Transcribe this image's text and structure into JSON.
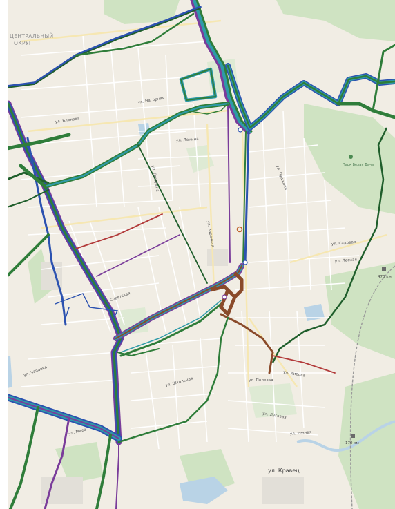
{
  "map": {
    "district_label": [
      "ЦЕНТРАЛЬНЫЙ",
      "ОКРУГ"
    ],
    "park_label": "Парк Белая Дача",
    "major_street": "ул. Кравец",
    "distance_label_1": "473 км",
    "distance_label_2": "170 км",
    "street_labels": [
      "ул. Блинова",
      "ул. Ленина",
      "ул. Гагарина",
      "ул. Советская",
      "ул. Пушкина",
      "ул. Садовая",
      "ул. Полевая",
      "ул. Кирова",
      "ул. Мира",
      "ул. Чапаева",
      "ул. Лесная",
      "ул. Школьная",
      "ул. Заречная",
      "ул. Нагорная",
      "ул. Луговая",
      "ул. Речная"
    ],
    "route_colors": {
      "green": "#2f7d3a",
      "purple": "#7a3c9a",
      "blue": "#2c52b0",
      "teal": "#2e9aa8",
      "brown": "#8a4a2a",
      "darkgreen": "#1f5e2b",
      "red": "#b23a3a"
    }
  }
}
